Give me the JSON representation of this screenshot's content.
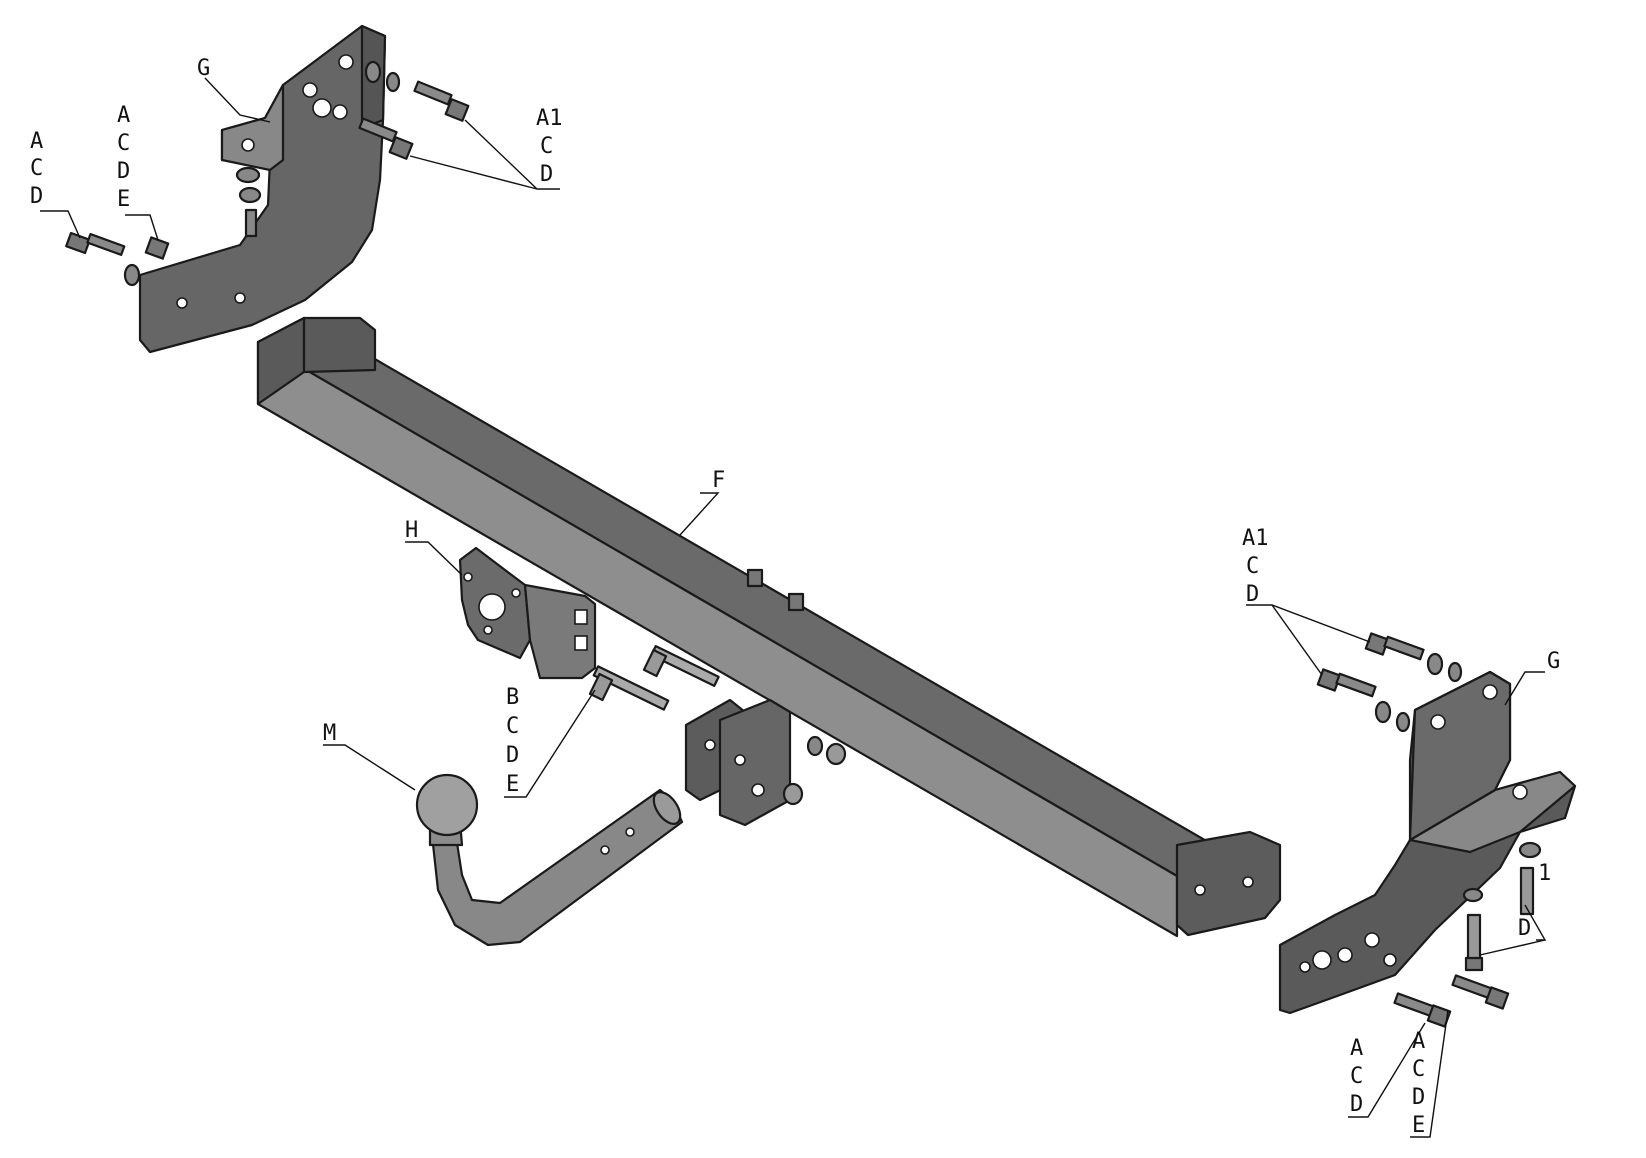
{
  "colors": {
    "steel_dark": "#5d5d5d",
    "steel_mid": "#777777",
    "steel_light": "#999999",
    "outline": "#1a1a1a"
  },
  "labels": {
    "g_left": "G",
    "acd_left": [
      "A",
      "C",
      "D"
    ],
    "acde_left": [
      "A",
      "C",
      "D",
      "E"
    ],
    "a1cd_top": [
      "A1",
      "C",
      "D"
    ],
    "f_bar": "F",
    "h_plate": "H",
    "bcde": [
      "B",
      "C",
      "D",
      "E"
    ],
    "m_ball": "M",
    "a1cd_right": [
      "A1",
      "C",
      "D"
    ],
    "g_right": "G",
    "one_d": [
      "1",
      "D"
    ],
    "acd_bottom": [
      "A",
      "C",
      "D"
    ],
    "acde_bottom": [
      "A",
      "C",
      "D",
      "E"
    ]
  }
}
